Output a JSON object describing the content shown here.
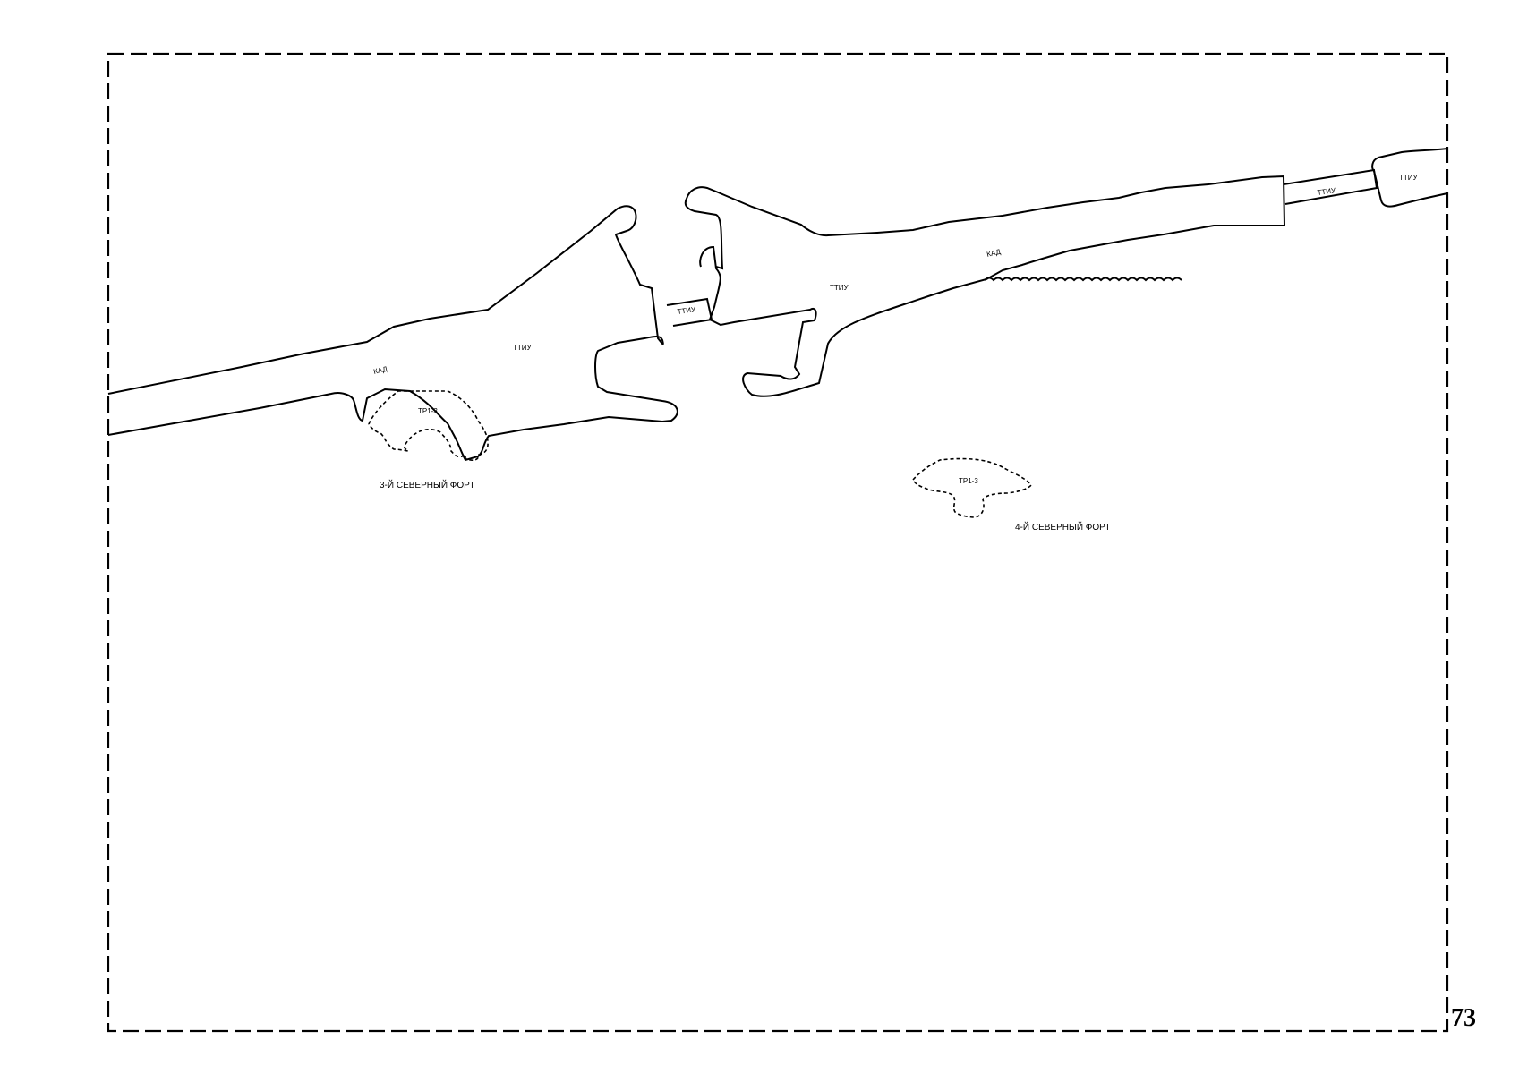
{
  "map": {
    "zone_labels": {
      "ttiu_west": "ТТИУ",
      "ttiu_bridge_left": "ТТИУ",
      "ttiu_central": "ТТИУ",
      "ttiu_bridge_right": "ТТИУ",
      "ttiu_east": "ТТИУ",
      "kad_west": "КАД",
      "kad_east": "КАД",
      "tr13_west": "ТР1-3",
      "tr13_east": "ТР1-3"
    },
    "fort_labels": {
      "fort_3": "3-Й СЕВЕРНЫЙ ФОРТ",
      "fort_4": "4-Й СЕВЕРНЫЙ ФОРТ"
    },
    "colors": {
      "stroke": "#000000",
      "background": "#ffffff"
    }
  },
  "page_number": "73"
}
